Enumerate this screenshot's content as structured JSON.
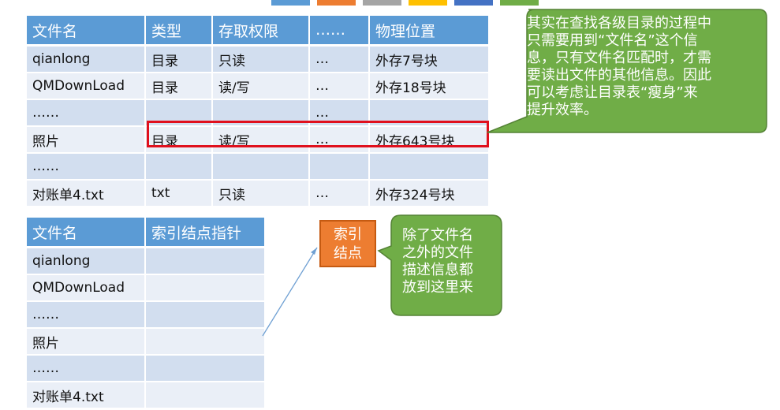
{
  "colors": {
    "header_blue": "#5b9bd5",
    "row_odd": "#d2deef",
    "row_even": "#eaeff7",
    "highlight_red": "#e0101d",
    "callout_green": "#70ad47",
    "index_orange": "#ed7d31",
    "strip": [
      "#5b9bd5",
      "#ed7d31",
      "#a5a5a5",
      "#ffc000",
      "#4472c4",
      "#70ad47"
    ]
  },
  "table1": {
    "headers": [
      "文件名",
      "类型",
      "存取权限",
      "……",
      "物理位置"
    ],
    "rows": [
      [
        "qianlong",
        "目录",
        "只读",
        "…",
        "外存7号块"
      ],
      [
        "QMDownLoad",
        "目录",
        "读/写",
        "…",
        "外存18号块"
      ],
      [
        "……",
        "",
        "",
        "…",
        ""
      ],
      [
        "照片",
        "目录",
        "读/写",
        "…",
        "外存643号块"
      ],
      [
        "……",
        "",
        "",
        "",
        ""
      ],
      [
        "对账单4.txt",
        "txt",
        "只读",
        "…",
        "外存324号块"
      ]
    ]
  },
  "table2": {
    "headers": [
      "文件名",
      "索引结点指针"
    ],
    "rows": [
      [
        "qianlong",
        ""
      ],
      [
        "QMDownLoad",
        ""
      ],
      [
        "……",
        ""
      ],
      [
        "照片",
        ""
      ],
      [
        "……",
        ""
      ],
      [
        "对账单4.txt",
        ""
      ]
    ]
  },
  "callout1": {
    "lines": [
      "其实在查找各级目录的过程中",
      "只需要用到“文件名”这个信",
      "息，只有文件名匹配时，才需",
      "要读出文件的其他信息。因此",
      "可以考虑让目录表“瘦身”来",
      "提升效率。"
    ]
  },
  "index_node": {
    "lines": [
      "索引",
      "结点"
    ]
  },
  "callout2": {
    "lines": [
      "除了文件名",
      "之外的文件",
      "描述信息都",
      "放到这里来"
    ]
  }
}
